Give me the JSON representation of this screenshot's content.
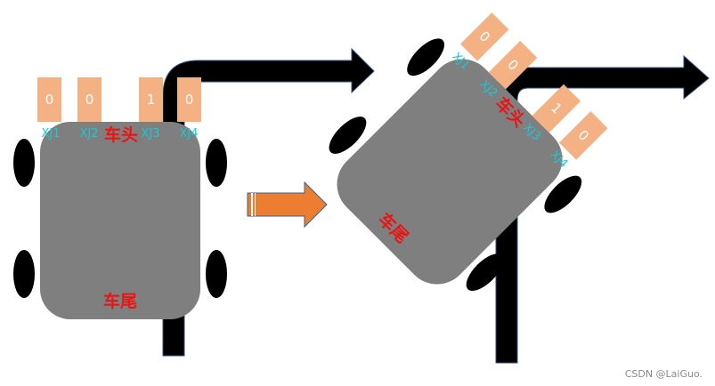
{
  "before": {
    "head_label": "车头",
    "tail_label": "车尾",
    "sensors": [
      {
        "name": "XJ1",
        "value": "0"
      },
      {
        "name": "XJ2",
        "value": "0"
      },
      {
        "name": "XJ3",
        "value": "1"
      },
      {
        "name": "XJ4",
        "value": "0"
      }
    ]
  },
  "after": {
    "head_label": "车头",
    "tail_label": "车尾",
    "sensors": [
      {
        "name": "XJ1",
        "value": "0"
      },
      {
        "name": "XJ2",
        "value": "0"
      },
      {
        "name": "XJ3",
        "value": "1"
      },
      {
        "name": "XJ4",
        "value": "0"
      }
    ]
  },
  "watermark": "CSDN @LaiGuo.",
  "colors": {
    "track": "#000000",
    "body": "#7f7f7f",
    "wheel": "#000000",
    "sensor": "#f4b183",
    "sensor_value": "#ffffff",
    "sensor_label": "#19c9d6",
    "car_label": "#e81515",
    "transition_arrow": "#ed7d31"
  }
}
